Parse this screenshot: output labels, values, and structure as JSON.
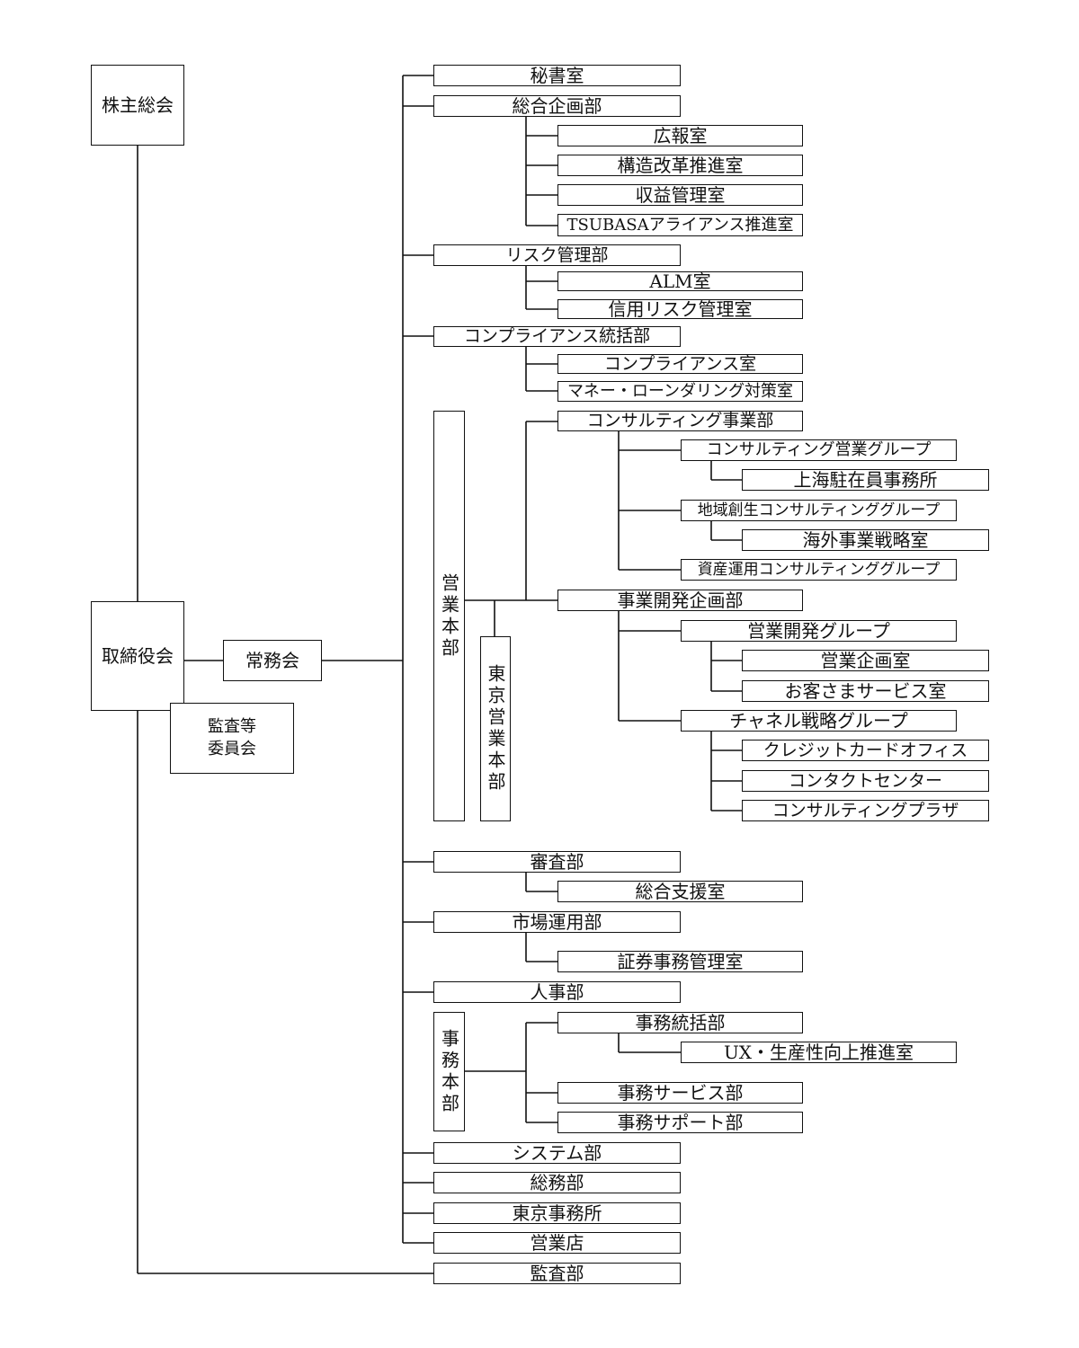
{
  "org_chart": {
    "shareholders": "株主総会",
    "board": "取締役会",
    "executive_committee": "常務会",
    "audit_committee": "監査等\n委員会",
    "secretariat": "秘書室",
    "planning_dept": {
      "label": "総合企画部",
      "children": [
        "広報室",
        "構造改革推進室",
        "収益管理室",
        "TSUBASAアライアンス推進室"
      ]
    },
    "risk_dept": {
      "label": "リスク管理部",
      "children": [
        "ALM室",
        "信用リスク管理室"
      ]
    },
    "compliance_dept": {
      "label": "コンプライアンス統括部",
      "children": [
        "コンプライアンス室",
        "マネー・ローンダリング対策室"
      ]
    },
    "sales_hq": {
      "label": "営業本部",
      "tokyo_hq": "東京営業本部",
      "consulting_dept": {
        "label": "コンサルティング事業部",
        "consulting_sales_group": "コンサルティング営業グループ",
        "shanghai_office": "上海駐在員事務所",
        "regional_group": "地域創生コンサルティンググループ",
        "overseas_office": "海外事業戦略室",
        "asset_group": "資産運用コンサルティンググループ"
      },
      "biz_dev_dept": {
        "label": "事業開発企画部",
        "sales_dev_group": "営業開発グループ",
        "sales_planning": "営業企画室",
        "customer_service": "お客さまサービス室",
        "channel_group": "チャネル戦略グループ",
        "credit_card": "クレジットカードオフィス",
        "contact_center": "コンタクトセンター",
        "consulting_plaza": "コンサルティングプラザ"
      }
    },
    "review_dept": {
      "label": "審査部",
      "children": [
        "総合支援室"
      ]
    },
    "market_dept": {
      "label": "市場運用部",
      "children": [
        "証券事務管理室"
      ]
    },
    "hr_dept": "人事部",
    "ops_hq": {
      "label": "事務本部",
      "ops_control": "事務統括部",
      "ux_office": "UX・生産性向上推進室",
      "ops_service": "事務サービス部",
      "ops_support": "事務サポート部"
    },
    "system_dept": "システム部",
    "general_affairs": "総務部",
    "tokyo_office": "東京事務所",
    "branches": "営業店",
    "audit_dept": "監査部"
  }
}
